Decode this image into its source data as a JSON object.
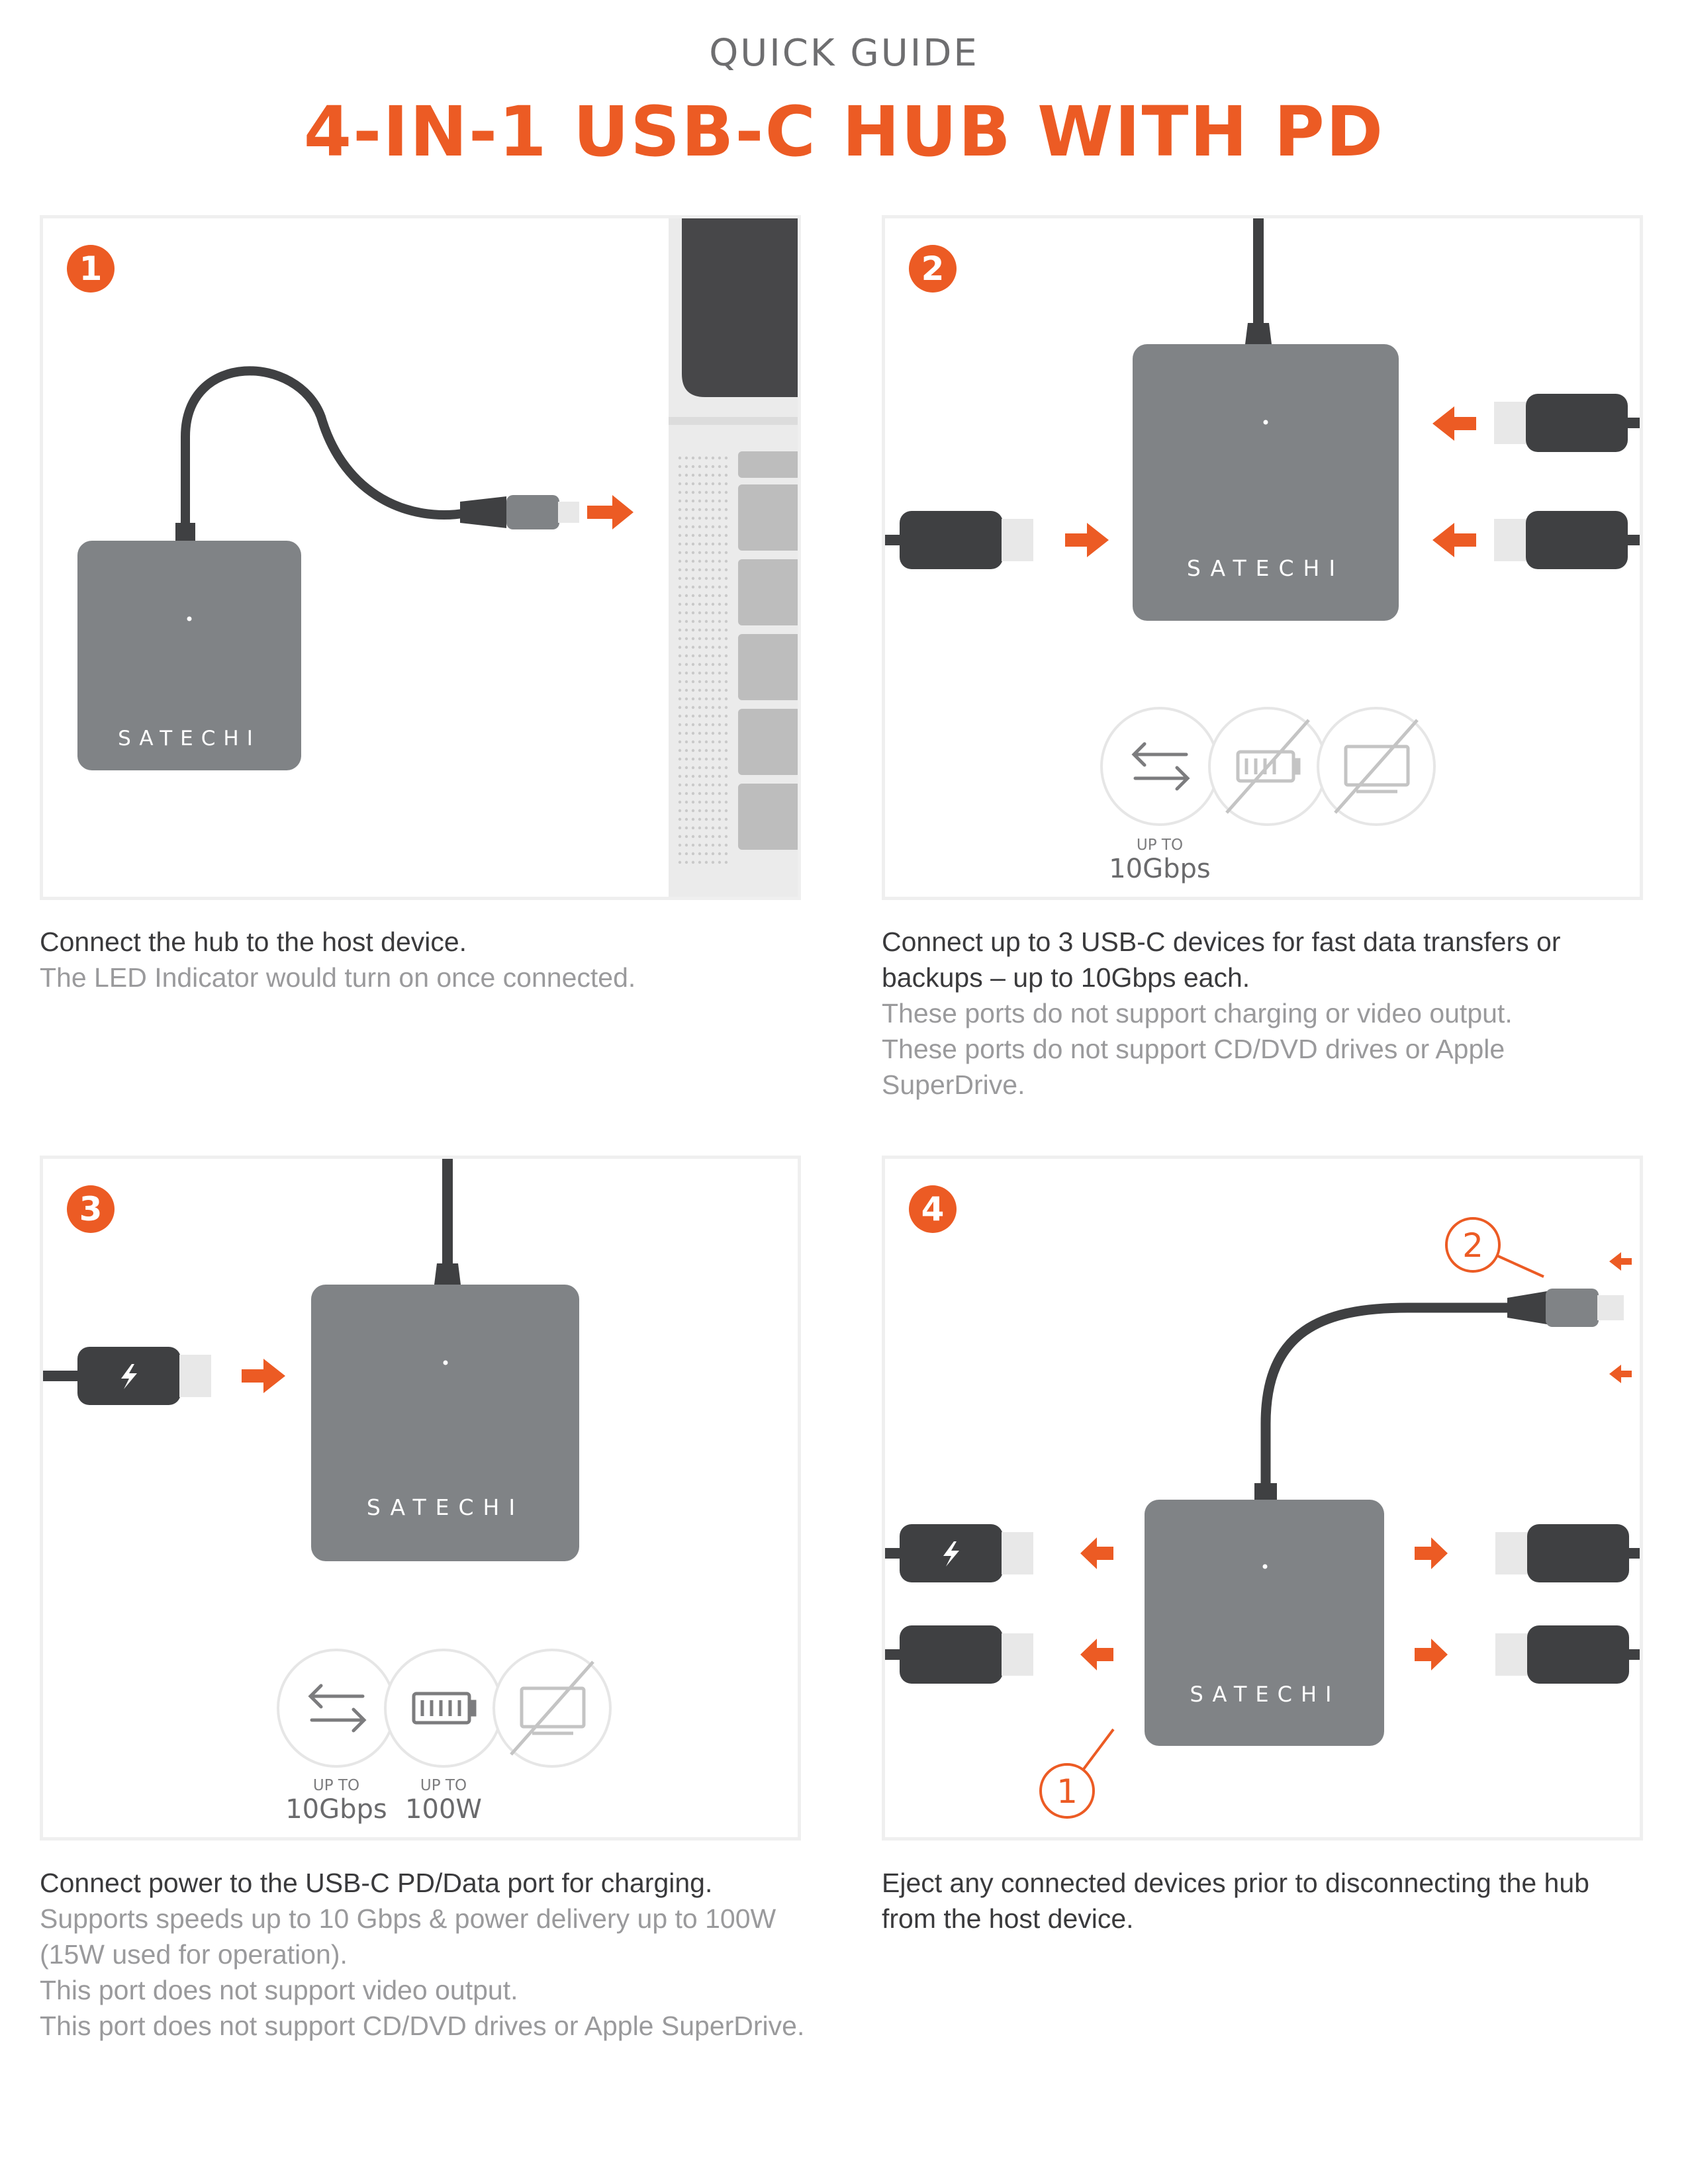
{
  "header": {
    "supertitle": "QUICK GUIDE",
    "title": "4-IN-1 USB-C HUB WITH PD"
  },
  "colors": {
    "accent": "#ec5b24",
    "hub_body": "#808386",
    "cable": "#3f4042",
    "text_primary": "#3a3a3c",
    "text_secondary": "#9a9a9c"
  },
  "brand": "SATECHI",
  "steps": [
    {
      "number": "1",
      "primary": "Connect the hub to the host device.",
      "secondary": [
        "The LED Indicator would turn on once connected."
      ]
    },
    {
      "number": "2",
      "primary": "Connect up to 3 USB-C devices for fast data transfers or backups – up to 10Gbps each.",
      "secondary": [
        "These ports do not support charging or video output.",
        "These ports do not support CD/DVD drives or Apple SuperDrive."
      ],
      "features": [
        {
          "icon": "data-transfer-icon",
          "supported": true,
          "upto": "UP TO",
          "value": "10Gbps"
        },
        {
          "icon": "battery-icon",
          "supported": false
        },
        {
          "icon": "display-icon",
          "supported": false
        }
      ]
    },
    {
      "number": "3",
      "primary": "Connect power to the USB-C PD/Data port for charging.",
      "secondary": [
        "Supports speeds up to 10 Gbps & power delivery up to 100W (15W used for operation).",
        "This port does not support video output.",
        "This port does not support CD/DVD drives or Apple SuperDrive."
      ],
      "features": [
        {
          "icon": "data-transfer-icon",
          "supported": true,
          "upto": "UP TO",
          "value": "10Gbps"
        },
        {
          "icon": "battery-icon",
          "supported": true,
          "upto": "UP TO",
          "value": "100W"
        },
        {
          "icon": "display-icon",
          "supported": false
        }
      ]
    },
    {
      "number": "4",
      "primary": "Eject any connected devices prior to disconnecting the hub from the host device.",
      "secondary": [],
      "callouts": [
        "1",
        "2"
      ]
    }
  ]
}
